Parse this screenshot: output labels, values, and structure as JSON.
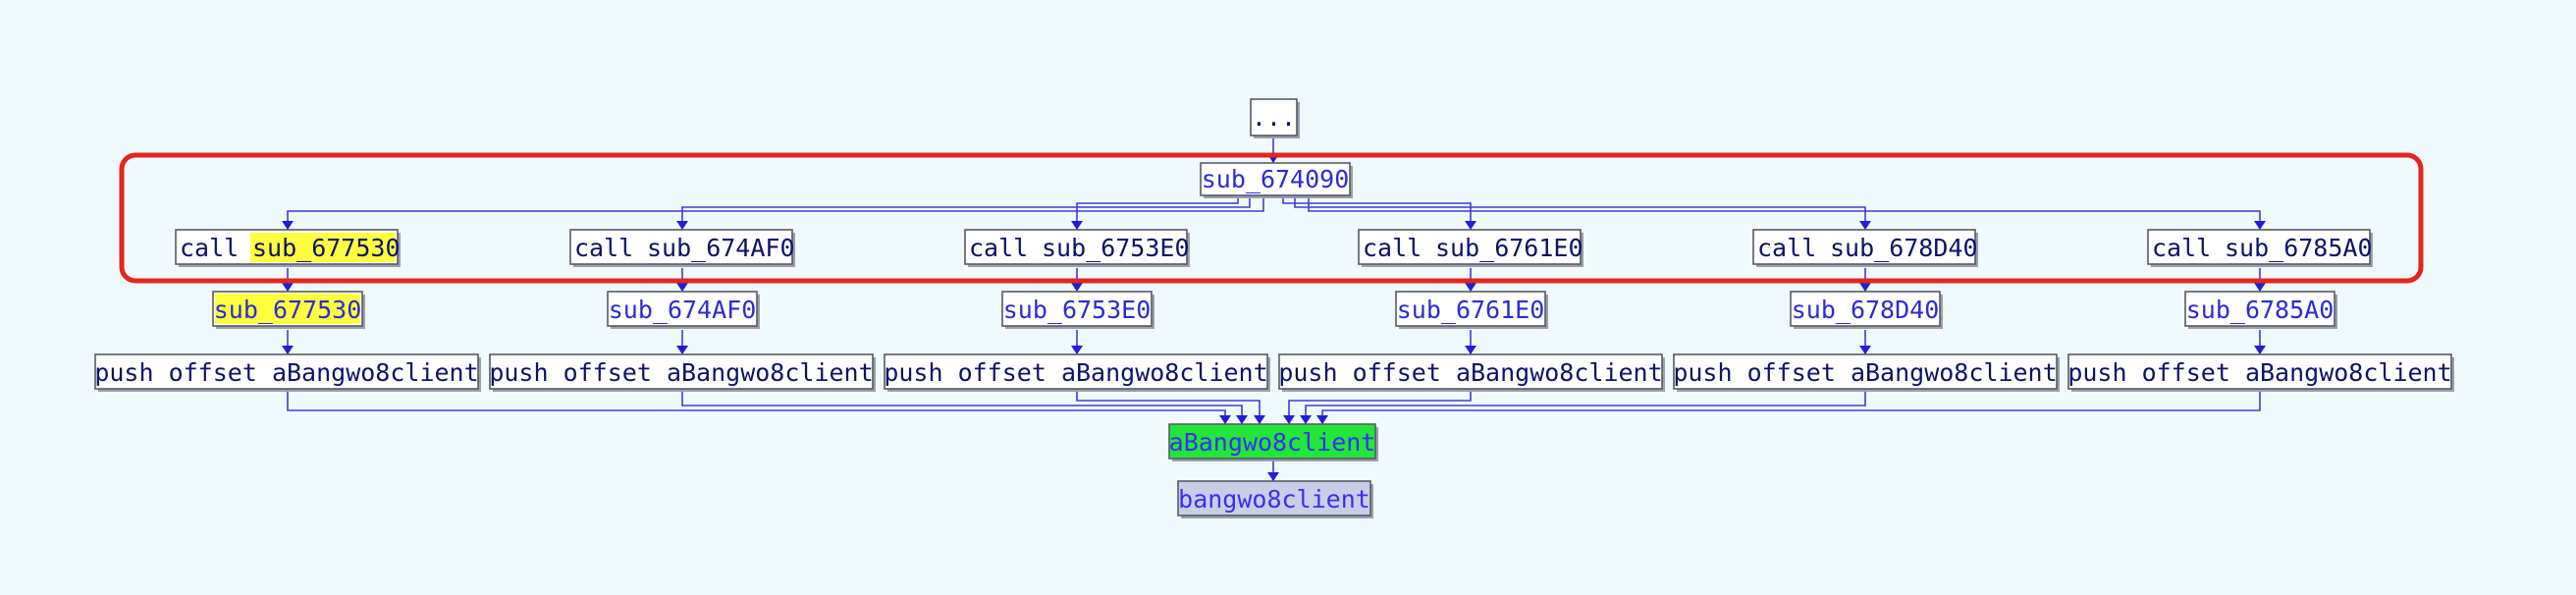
{
  "nodes": {
    "top": "...",
    "root": "sub_674090",
    "call_prefix": "call",
    "calls": [
      "sub_677530",
      "sub_674AF0",
      "sub_6753E0",
      "sub_6761E0",
      "sub_678D40",
      "sub_6785A0"
    ],
    "subs": [
      "sub_677530",
      "sub_674AF0",
      "sub_6753E0",
      "sub_6761E0",
      "sub_678D40",
      "sub_6785A0"
    ],
    "push_text": "push offset aBangwo8client",
    "merge": "aBangwo8client",
    "bottom": "bangwo8client"
  },
  "highlight": {
    "symbol": "sub_677530",
    "color": "#ffff40"
  },
  "colors": {
    "background": "#f0f9fc",
    "edge": "#3d3dd9",
    "merge_fill": "#22e63a",
    "bottom_fill": "#c9cde8",
    "selection_box": "#e3261f"
  }
}
